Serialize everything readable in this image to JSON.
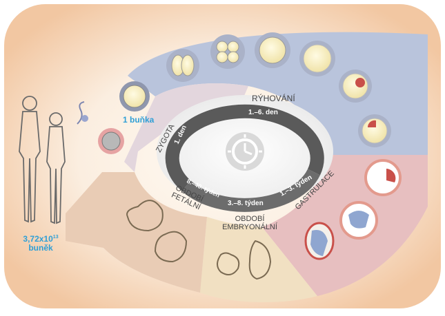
{
  "labels": {
    "ryhovani": "RÝHOVÁNÍ",
    "zygota": "ZYGOTA",
    "gastrulace": "GASTRULACE",
    "obdobi_fetalni": "OBDOBÍ\nFETÁLNÍ",
    "obdobi_embryonalni": "OBDOBÍ\nEMBRYONÁLNÍ"
  },
  "ring_labels": {
    "den1": "1. den",
    "den1_6": "1.–6. den",
    "tyden1_3": "1.–3. týden",
    "tyden3_8": "3.–8. týden",
    "tyden8_40": "8.–40. týden"
  },
  "annotations": {
    "one_cell": "1 buňka",
    "cells_count_base": "3,72x10",
    "cells_count_exp": "13",
    "cells_count_unit": "buněk"
  },
  "colors": {
    "background": "#f5d9bf",
    "blue_band": "#b9c4dc",
    "red_band": "#e7bfc0",
    "tan_band": "#e9ccb5",
    "yellow_band": "#f1e0c2",
    "grey_ring": "#595959",
    "accent_blue": "#2f9fd6"
  },
  "icons": [
    "clock-icon",
    "cell-stage-icons",
    "embryo-icons",
    "human-silhouettes",
    "sperm-icon"
  ]
}
